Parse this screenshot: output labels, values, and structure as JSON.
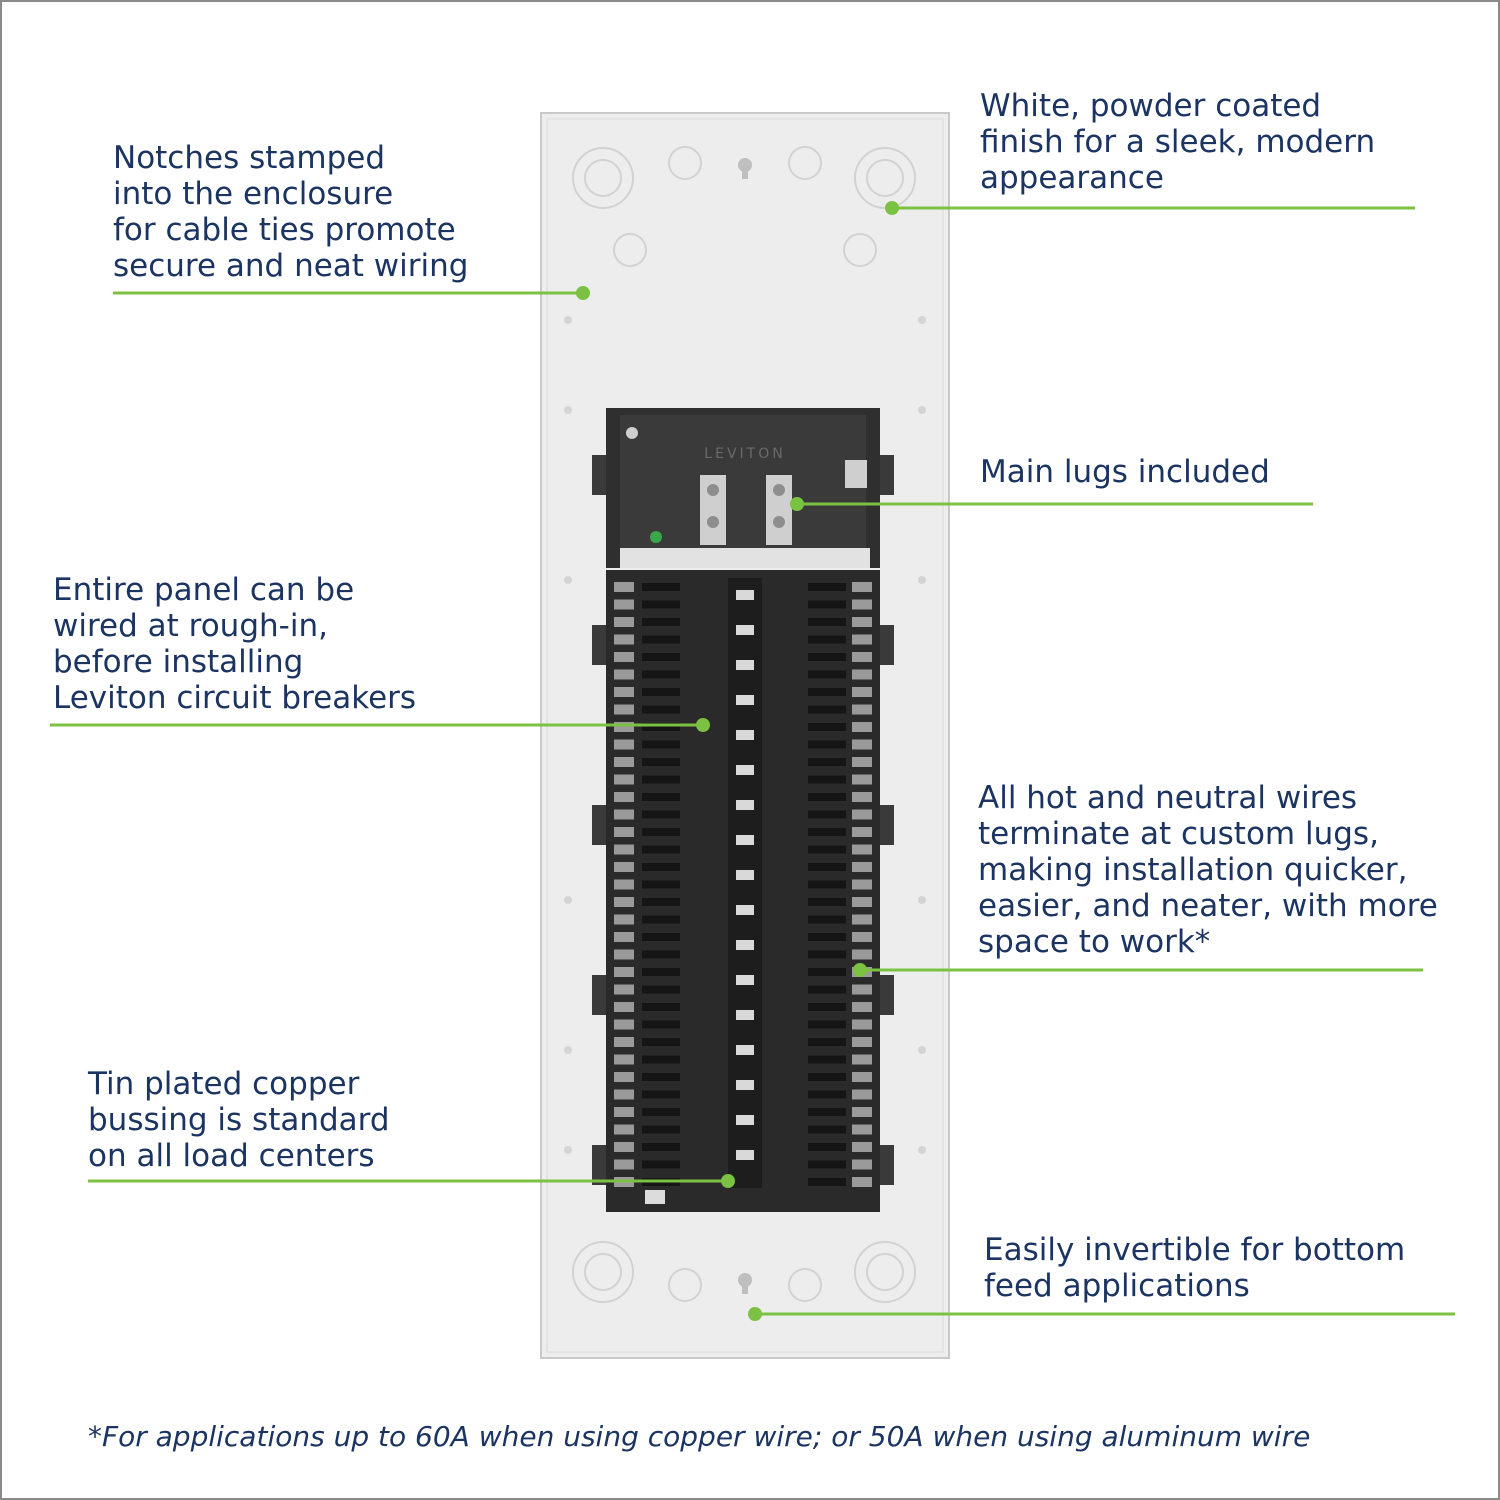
{
  "callouts": {
    "notches": "Notches stamped\ninto the enclosure\nfor cable ties promote\nsecure and neat wiring",
    "finish": "White, powder coated\nfinish for a sleek, modern\nappearance",
    "main_lugs": "Main lugs included",
    "rough_in": "Entire panel can be\nwired at rough-in,\nbefore installing\nLeviton circuit breakers",
    "custom_lugs": "All hot and neutral wires\nterminate at custom lugs,\nmaking installation quicker,\neasier, and neater, with more\nspace to work*",
    "bussing": "Tin plated copper\nbussing is standard\non all load centers",
    "invertible": "Easily invertible for bottom\nfeed applications"
  },
  "footnote": "*For applications up to 60A when using copper wire; or 50A when using aluminum wire",
  "brand_mark": "LEVITON",
  "colors": {
    "text": "#1b3461",
    "leader_line": "#7cc242",
    "enclosure": "#ededed",
    "interior": "#2b2b2b"
  }
}
